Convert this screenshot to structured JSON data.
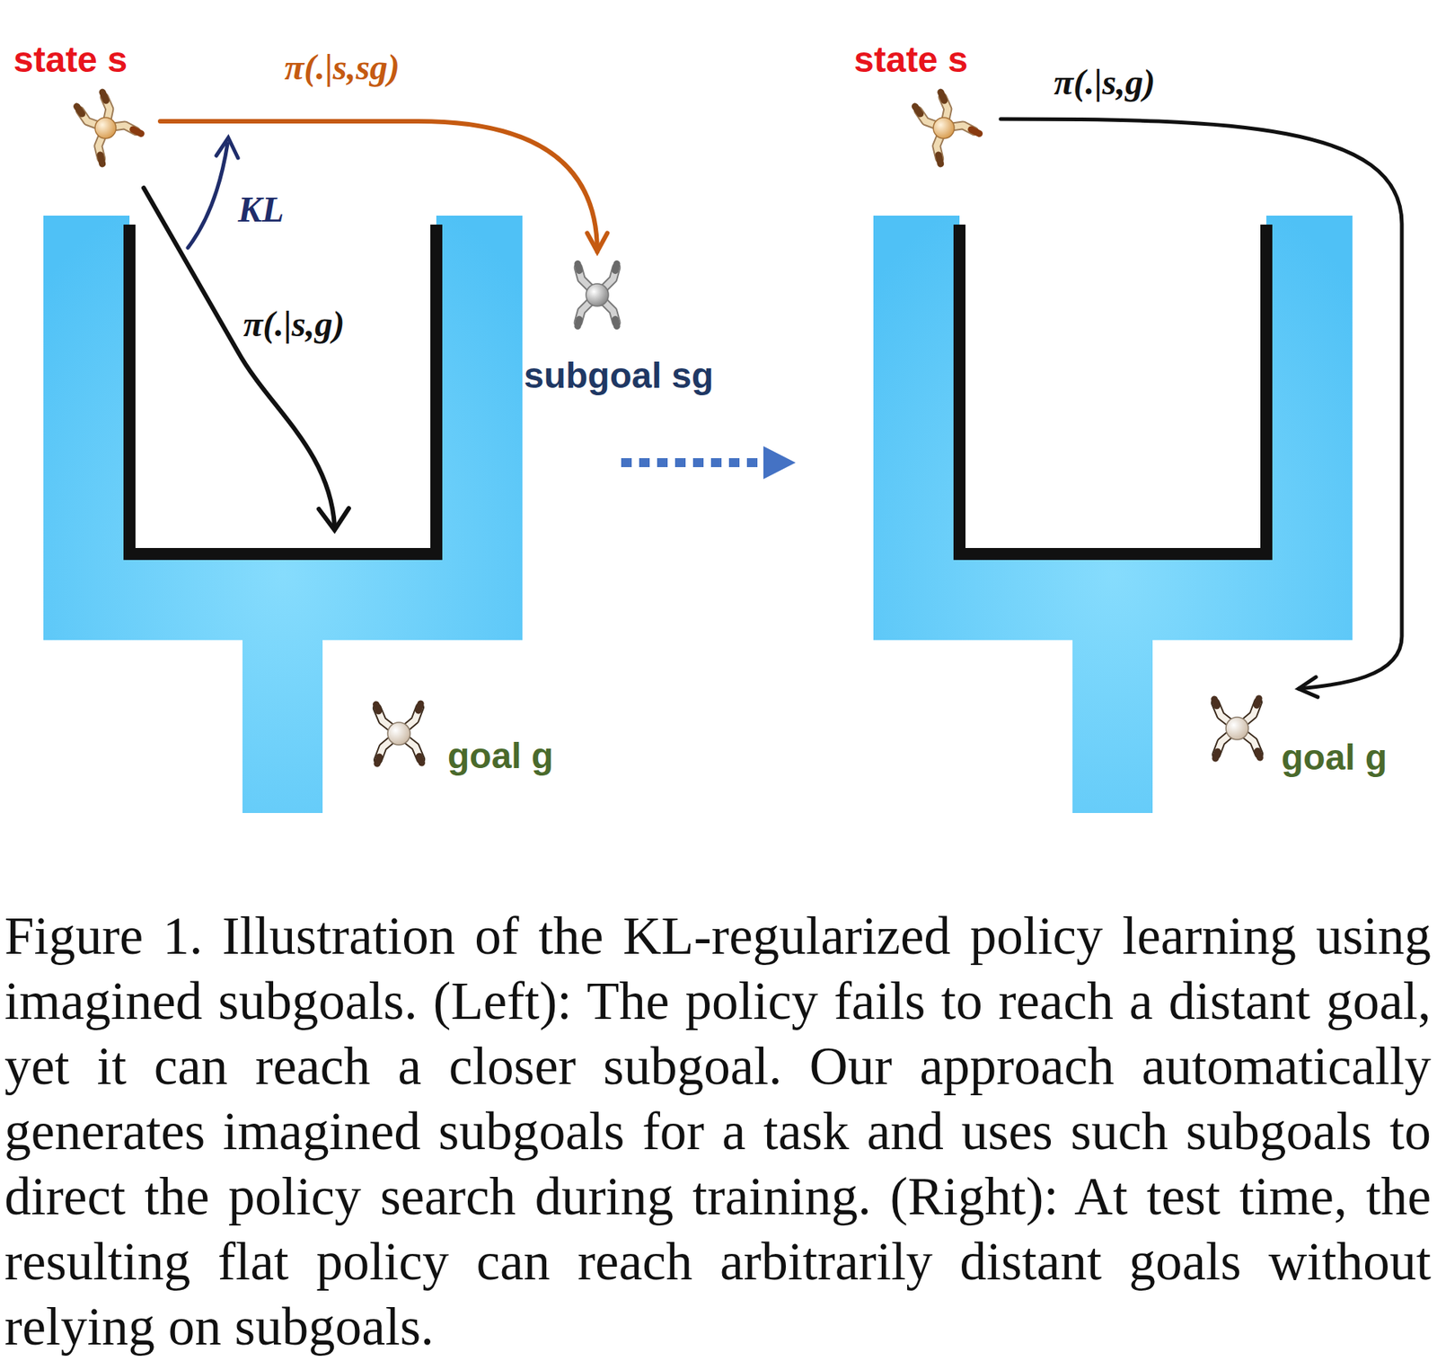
{
  "diagram": {
    "caption": "Figure 1. Illustration of the KL-regularized policy learning using imagined subgoals. (Left): The policy fails to reach a distant goal, yet it can reach a closer subgoal. Our approach automatically generates imagined subgoals for a task and uses such subgoals to direct the policy search during training. (Right): At test time, the resulting flat policy can reach arbitrarily distant goals without relying on subgoals.",
    "nodes": [
      {
        "text": [
          "state s"
        ]
      },
      {
        "text": [
          "subgoal sg"
        ]
      },
      {
        "text": [
          "goal g"
        ]
      },
      {
        "text": [
          "state s"
        ]
      },
      {
        "text": [
          "goal g"
        ]
      }
    ],
    "edges": [
      {
        "from": 0,
        "to": 1,
        "arrow": "to",
        "label": "π(.|s,sg)"
      },
      {
        "from": 3,
        "to": 4,
        "arrow": "to",
        "label": "π(.|s,g)"
      }
    ],
    "labels": [
      "KL",
      "π(.|s,g)"
    ]
  }
}
